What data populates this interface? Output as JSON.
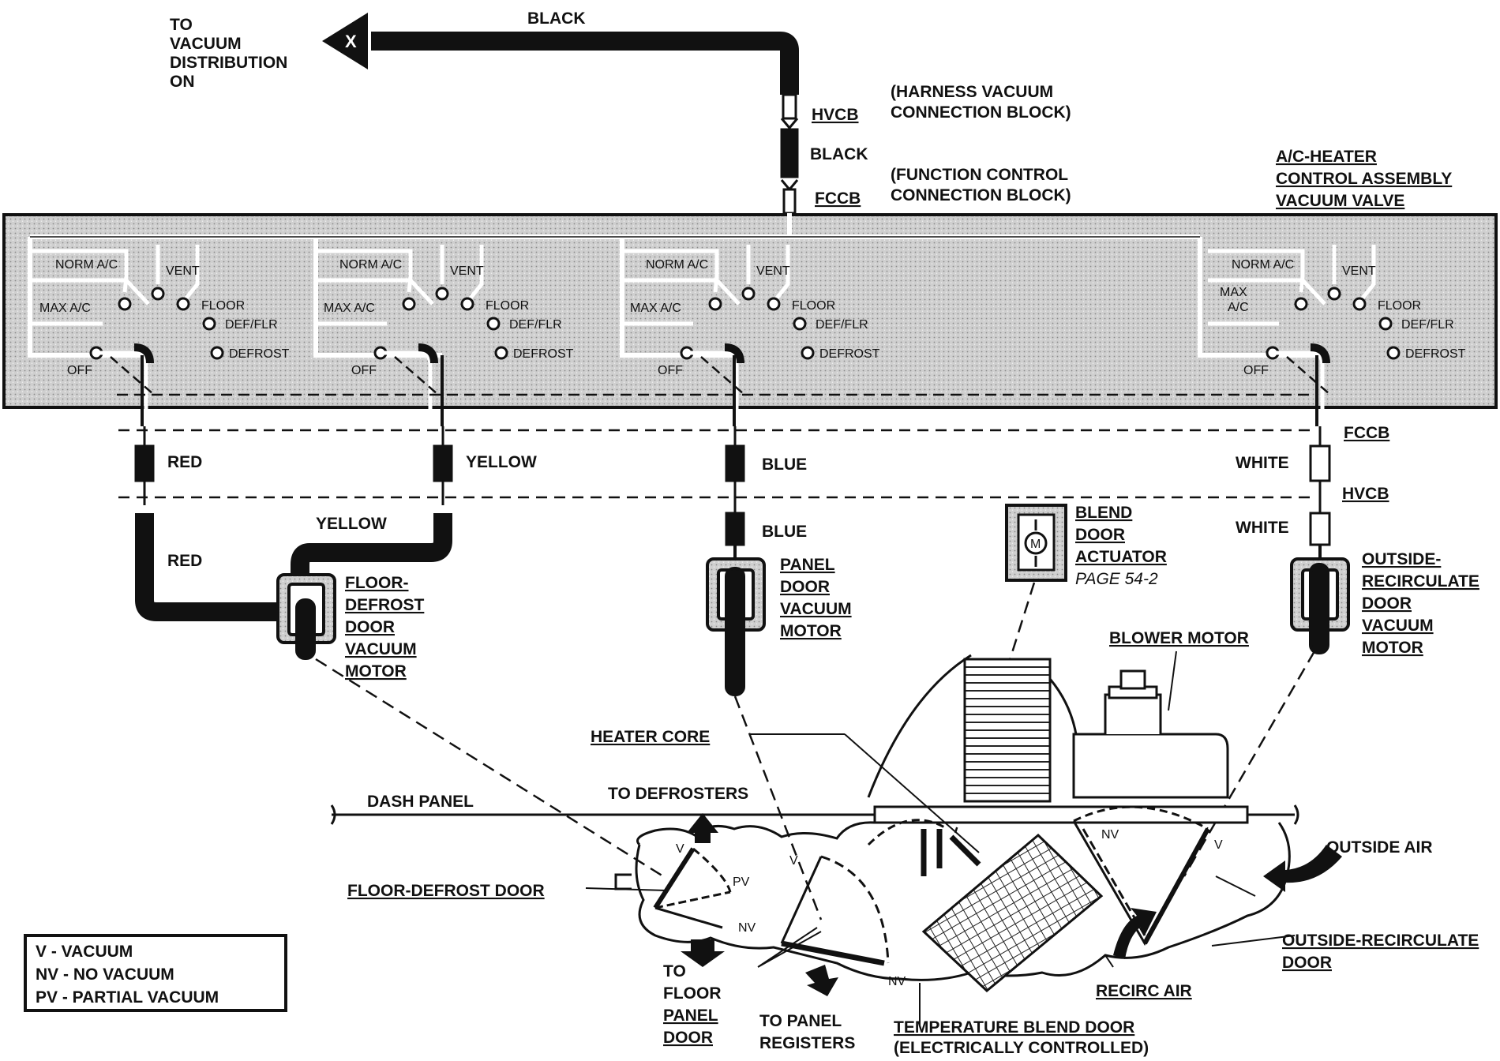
{
  "top": {
    "to_vacuum": [
      "TO",
      "VACUUM",
      "DISTRIBUTION",
      "ON"
    ],
    "arrow_mark": "X",
    "black_top": "BLACK",
    "hvcb": "HVCB",
    "hvcb_desc": [
      "(HARNESS VACUUM",
      "CONNECTION BLOCK)"
    ],
    "black_mid": "BLACK",
    "fccb": "FCCB",
    "fccb_desc": [
      "(FUNCTION CONTROL",
      "CONNECTION BLOCK)"
    ],
    "assembly": [
      "A/C-HEATER",
      "CONTROL ASSEMBLY",
      "VACUUM VALVE"
    ]
  },
  "valves": [
    {
      "norm": "NORM A/C",
      "max": "MAX A/C",
      "vent": "VENT",
      "floor": "FLOOR",
      "defflr": "DEF/FLR",
      "defrost": "DEFROST",
      "off": "OFF"
    },
    {
      "norm": "NORM A/C",
      "max": "MAX A/C",
      "vent": "VENT",
      "floor": "FLOOR",
      "defflr": "DEF/FLR",
      "defrost": "DEFROST",
      "off": "OFF"
    },
    {
      "norm": "NORM A/C",
      "max": "MAX A/C",
      "vent": "VENT",
      "floor": "FLOOR",
      "defflr": "DEF/FLR",
      "defrost": "DEFROST",
      "off": "OFF"
    },
    {
      "norm": "NORM A/C",
      "max": "MAX",
      "max2": "A/C",
      "vent": "VENT",
      "floor": "FLOOR",
      "defflr": "DEF/FLR",
      "defrost": "DEFROST",
      "off": "OFF"
    }
  ],
  "hoses": {
    "red_top": "RED",
    "red_bottom": "RED",
    "yellow_top": "YELLOW",
    "yellow_bottom": "YELLOW",
    "blue_top": "BLUE",
    "blue_bottom": "BLUE",
    "white_top": "WHITE",
    "white_bottom": "WHITE",
    "fccb_right": "FCCB",
    "hvcb_right": "HVCB"
  },
  "motors": {
    "floor_defrost": [
      "FLOOR-",
      "DEFROST",
      "DOOR",
      "VACUUM",
      "MOTOR"
    ],
    "panel": [
      "PANEL",
      "DOOR",
      "VACUUM",
      "MOTOR"
    ],
    "outside_recirc": [
      "OUTSIDE-",
      "RECIRCULATE",
      "DOOR",
      "VACUUM",
      "MOTOR"
    ],
    "blend": [
      "BLEND",
      "DOOR",
      "ACTUATOR"
    ],
    "blend_page": "PAGE 54-2",
    "actuator_mark": "M"
  },
  "hvac": {
    "blower_motor": "BLOWER MOTOR",
    "heater_core": "HEATER CORE",
    "dash_panel": "DASH PANEL",
    "to_defrosters": "TO DEFROSTERS",
    "floor_defrost_door": "FLOOR-DEFROST DOOR",
    "outside_air": "OUTSIDE AIR",
    "outside_recirc_door": [
      "OUTSIDE-RECIRCULATE",
      "DOOR"
    ],
    "recirc_air": "RECIRC AIR",
    "to_floor": [
      "TO",
      "FLOOR"
    ],
    "panel_door": [
      "PANEL",
      "DOOR"
    ],
    "to_panel": [
      "TO PANEL",
      "REGISTERS"
    ],
    "temp_blend": [
      "TEMPERATURE BLEND DOOR",
      "(ELECTRICALLY CONTROLLED)"
    ],
    "marks": {
      "v1": "V",
      "pv": "PV",
      "nv1": "NV",
      "v2": "V",
      "nv2": "NV",
      "nv3": "NV",
      "v3": "V"
    }
  },
  "legend": [
    "V - VACUUM",
    "NV - NO VACUUM",
    "PV - PARTIAL VACUUM"
  ]
}
